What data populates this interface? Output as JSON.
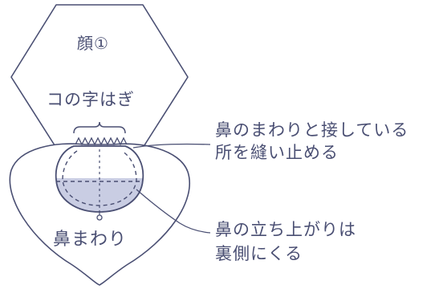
{
  "face_piece": {
    "label": "顔①"
  },
  "stitch_label": "コの字はぎ",
  "nose_piece": {
    "label": "鼻まわり"
  },
  "annotations": {
    "upper": {
      "line1": "鼻のまわりと接している",
      "line2": "所を縫い止める"
    },
    "lower": {
      "line1": "鼻の立ち上がりは",
      "line2": "裏側にくる"
    }
  },
  "colors": {
    "stroke": "#4a4f73",
    "nose_fill": "#c9cde3",
    "background": "#ffffff"
  }
}
